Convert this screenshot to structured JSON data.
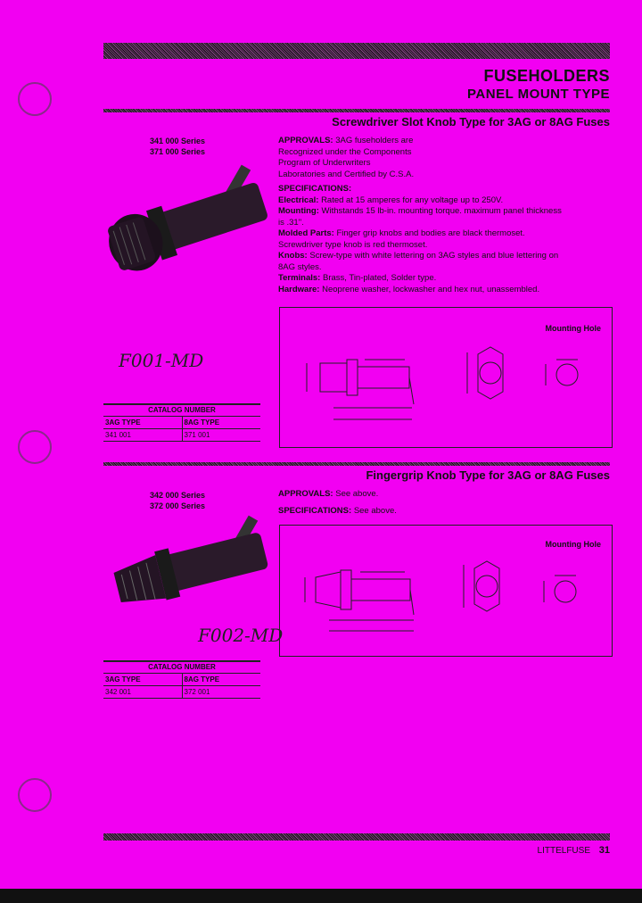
{
  "header": {
    "title": "FUSEHOLDERS",
    "subtitle": "PANEL MOUNT TYPE"
  },
  "section1": {
    "title": "Screwdriver Slot Knob Type for 3AG or 8AG Fuses",
    "series": [
      "341 000 Series",
      "371 000 Series"
    ],
    "approvals_label": "APPROVALS:",
    "approvals_text": [
      "3AG fuseholders are",
      "Recognized under the Components",
      "Program of Underwriters",
      "Laboratories and Certified by C.S.A."
    ],
    "specifications_label": "SPECIFICATIONS:",
    "specs": [
      {
        "label": "Electrical:",
        "text": "Rated at 15 amperes for any voltage up to 250V."
      },
      {
        "label": "Mounting:",
        "text": "Withstands 15 lb-in. mounting torque. maximum panel thickness"
      },
      {
        "label": "",
        "text": "is .31\"."
      },
      {
        "label": "Molded Parts:",
        "text": "Finger grip knobs and bodies are black thermoset."
      },
      {
        "label": "",
        "text": "Screwdriver type knob is red thermoset."
      },
      {
        "label": "Knobs:",
        "text": "Screw-type with white lettering on 3AG styles and blue lettering on"
      },
      {
        "label": "",
        "text": "8AG styles."
      },
      {
        "label": "Terminals:",
        "text": "Brass, Tin-plated, Solder type."
      },
      {
        "label": "Hardware:",
        "text": "Neoprene washer, lockwasher and hex nut, unassembled."
      }
    ],
    "mounting_hole_label": "Mounting Hole",
    "handwriting": "F001-MD",
    "catalog": {
      "header": "CATALOG NUMBER",
      "col1": "3AG TYPE",
      "col2": "8AG TYPE",
      "val1": "341 001",
      "val2": "371 001"
    }
  },
  "section2": {
    "title": "Fingergrip Knob Type for 3AG or 8AG Fuses",
    "series": [
      "342 000 Series",
      "372 000 Series"
    ],
    "approvals_label": "APPROVALS:",
    "approvals_text": "See above.",
    "specifications_label": "SPECIFICATIONS:",
    "specifications_text": "See above.",
    "mounting_hole_label": "Mounting Hole",
    "handwriting": "F002-MD",
    "catalog": {
      "header": "CATALOG NUMBER",
      "col1": "3AG TYPE",
      "col2": "8AG TYPE",
      "val1": "342 001",
      "val2": "372 001"
    }
  },
  "footer": {
    "brand": "LITTELFUSE",
    "page": "31"
  }
}
